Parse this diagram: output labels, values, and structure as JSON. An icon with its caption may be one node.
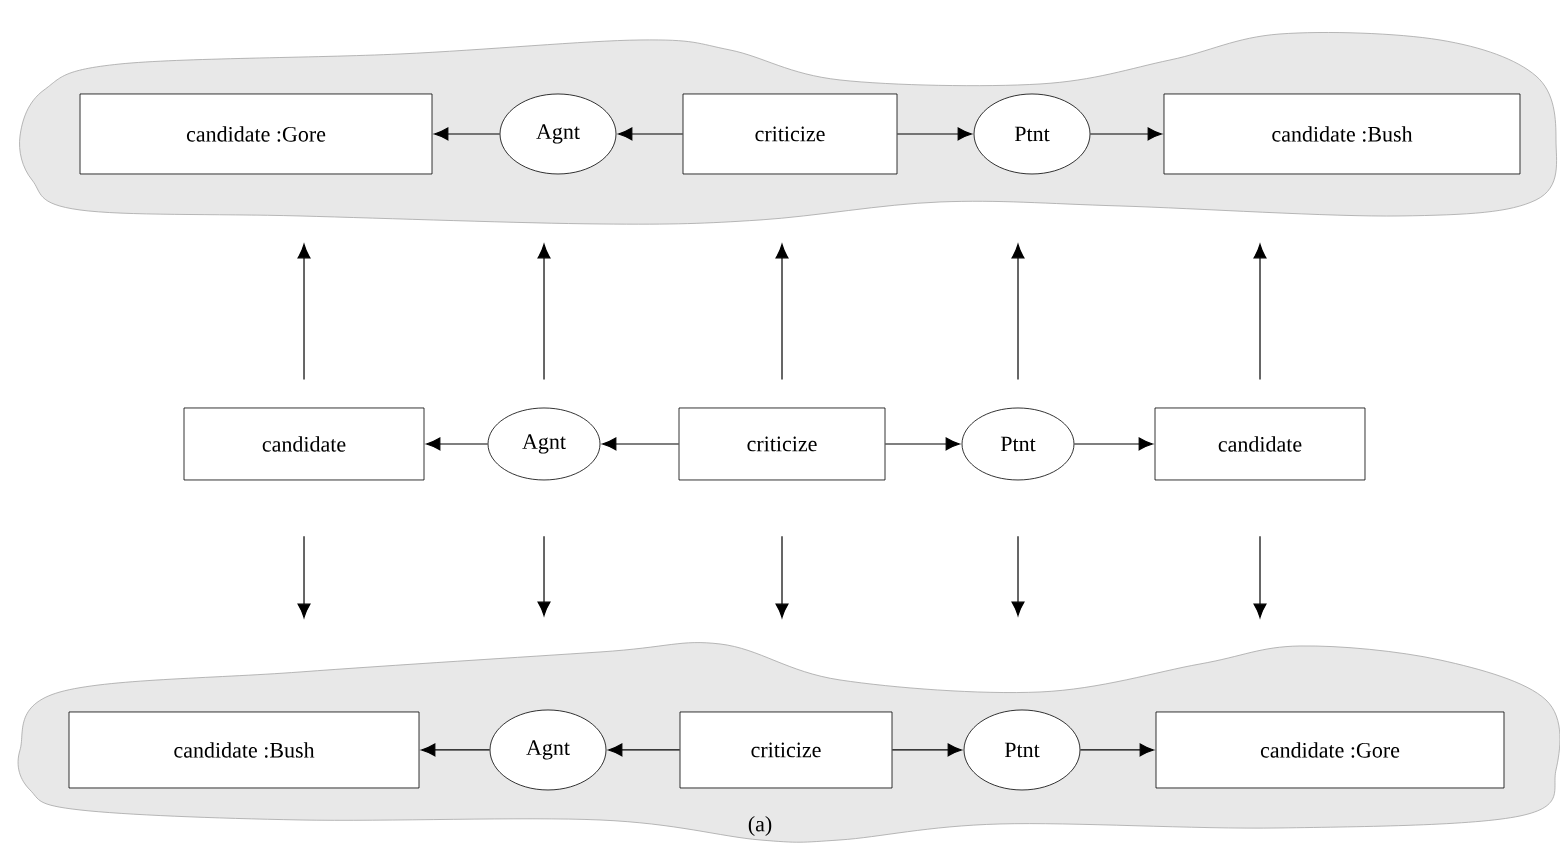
{
  "diagram": {
    "caption": "(a)",
    "nodes": [
      {
        "text": [],
        "shape": "cloud"
      },
      {
        "text": [
          "candidate :Gore"
        ],
        "in": 0
      },
      {
        "text": [
          "Agnt"
        ],
        "in": 0
      },
      {
        "text": [
          "criticize"
        ],
        "in": 0
      },
      {
        "text": [
          "Ptnt"
        ],
        "in": 0
      },
      {
        "text": [
          "candidate :Bush"
        ],
        "in": 0
      },
      {
        "text": [
          "candidate"
        ]
      },
      {
        "text": [
          "Agnt"
        ]
      },
      {
        "text": [
          "criticize"
        ]
      },
      {
        "text": [
          "Ptnt"
        ]
      },
      {
        "text": [
          "candidate"
        ]
      },
      {
        "text": [],
        "shape": "cloud"
      },
      {
        "text": [
          "candidate :Bush"
        ],
        "in": 11
      },
      {
        "text": [
          "Agnt"
        ],
        "in": 11
      },
      {
        "text": [
          "criticize"
        ],
        "in": 11
      },
      {
        "text": [
          "Ptnt"
        ],
        "in": 11
      },
      {
        "text": [
          "candidate :Gore"
        ],
        "in": 11
      }
    ],
    "edges": [
      {
        "from": 2,
        "to": 1,
        "arrow": "to"
      },
      {
        "from": 3,
        "to": 2,
        "arrow": "to"
      },
      {
        "from": 3,
        "to": 4,
        "arrow": "to"
      },
      {
        "from": 4,
        "to": 5,
        "arrow": "to"
      },
      {
        "from": 7,
        "to": 6,
        "arrow": "to"
      },
      {
        "from": 8,
        "to": 7,
        "arrow": "to"
      },
      {
        "from": 8,
        "to": 9,
        "arrow": "to"
      },
      {
        "from": 9,
        "to": 10,
        "arrow": "to"
      },
      {
        "from": 13,
        "to": 12,
        "arrow": "to"
      },
      {
        "from": 14,
        "to": 13,
        "arrow": "to"
      },
      {
        "from": 14,
        "to": 15,
        "arrow": "to"
      },
      {
        "from": 15,
        "to": 16,
        "arrow": "to"
      },
      {
        "from": 6,
        "to": 1,
        "arrow": "to"
      },
      {
        "from": 7,
        "to": 2,
        "arrow": "to"
      },
      {
        "from": 8,
        "to": 3,
        "arrow": "to"
      },
      {
        "from": 9,
        "to": 4,
        "arrow": "to"
      },
      {
        "from": 10,
        "to": 5,
        "arrow": "to"
      },
      {
        "from": 6,
        "to": 12,
        "arrow": "to"
      },
      {
        "from": 7,
        "to": 13,
        "arrow": "to"
      },
      {
        "from": 8,
        "to": 14,
        "arrow": "to"
      },
      {
        "from": 9,
        "to": 15,
        "arrow": "to"
      },
      {
        "from": 10,
        "to": 16,
        "arrow": "to"
      }
    ]
  }
}
